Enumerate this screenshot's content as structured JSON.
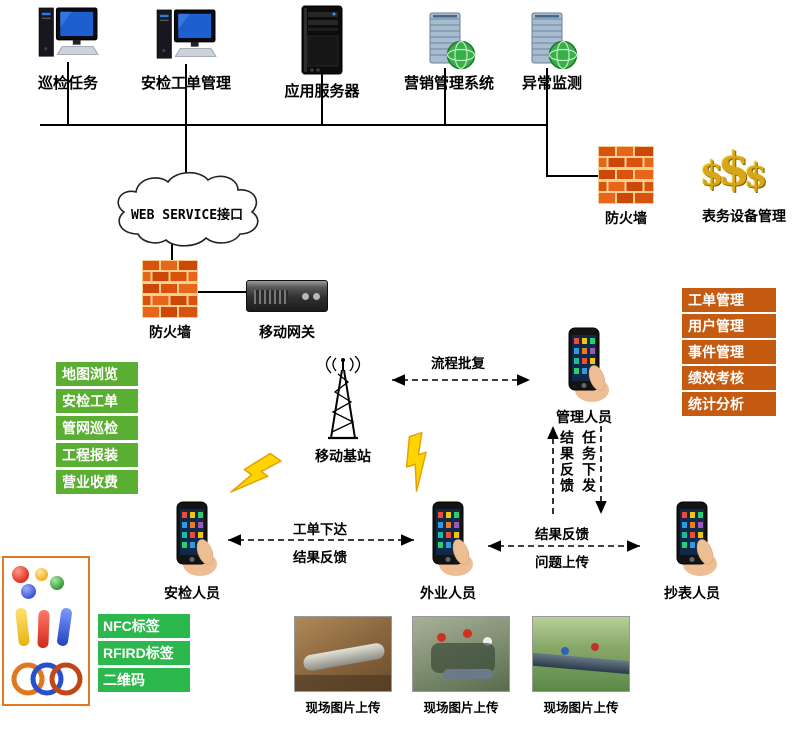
{
  "top_nodes": [
    {
      "label": "巡检任务",
      "icon": "desktop-computer"
    },
    {
      "label": "安检工单管理",
      "icon": "desktop-computer"
    },
    {
      "label": "应用服务器",
      "icon": "server-tower"
    },
    {
      "label": "营销管理系统",
      "icon": "server-globe"
    },
    {
      "label": "异常监测",
      "icon": "server-globe"
    }
  ],
  "cloud_label": "WEB SERVICE接口",
  "firewall_right_label": "防火墙",
  "meter_device_label": "表务设备管理",
  "dollar_glyph": "$",
  "firewall_left_label": "防火墙",
  "gateway_label": "移动网关",
  "base_station_label": "移动基站",
  "process_approval_label": "流程批复",
  "manager_label": "管理人员",
  "admin_panel": {
    "items": [
      "工单管理",
      "用户管理",
      "事件管理",
      "绩效考核",
      "统计分析"
    ]
  },
  "app_panel": {
    "items": [
      "地图浏览",
      "安检工单",
      "管网巡检",
      "工程报装",
      "营业收费"
    ]
  },
  "feedback_up_label": "结果反馈",
  "task_down_label": "任务下发",
  "people": [
    {
      "label": "安检人员"
    },
    {
      "label": "外业人员"
    },
    {
      "label": "抄表人员"
    }
  ],
  "arrow_left": {
    "top": "工单下达",
    "bottom": "结果反馈"
  },
  "arrow_right": {
    "top": "结果反馈",
    "bottom": "问题上传"
  },
  "tag_panel": {
    "items": [
      "NFC标签",
      "RFIRD标签",
      "二维码"
    ]
  },
  "photos": [
    "现场图片上传",
    "现场图片上传",
    "现场图片上传"
  ],
  "colors": {
    "panel_green": "#5aae32",
    "panel_orange": "#c55a11",
    "tag_green": "#2db84e",
    "brick_orange": "#d9530e",
    "gold": "#d9a616"
  }
}
